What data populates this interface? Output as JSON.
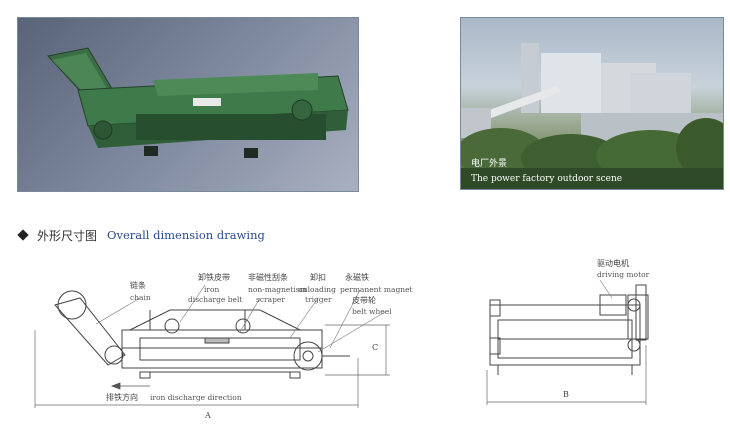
{
  "photos": {
    "left_icon": "magnetic-separator-photo",
    "right_caption_cn": "电厂外景",
    "right_caption_en": "The power factory outdoor scene"
  },
  "section": {
    "title_cn": "外形尺寸图",
    "title_en": "Overall dimension drawing"
  },
  "labels": {
    "chain_cn": "链条",
    "chain_en": "chain",
    "iron_belt_cn": "卸铁皮带",
    "iron_belt_en_1": "iron",
    "iron_belt_en_2": "discharge belt",
    "scraper_cn": "非磁性刮条",
    "scraper_en_1": "non-magnetism",
    "scraper_en_2": "scraper",
    "trigger_cn": "卸扣",
    "trigger_en_1": "unloading",
    "trigger_en_2": "trigger",
    "magnet_cn": "永磁铁",
    "magnet_en": "permanent magnet",
    "wheel_cn": "皮带轮",
    "wheel_en": "belt wheel",
    "direction_cn": "排铁方向",
    "direction_en": "iron discharge direction",
    "motor_cn": "驱动电机",
    "motor_en": "driving motor"
  },
  "dimensions": {
    "a": "A",
    "b": "B",
    "c": "C"
  },
  "colors": {
    "machine_green": "#3f7a4a",
    "title_blue": "#2a4a8a"
  }
}
